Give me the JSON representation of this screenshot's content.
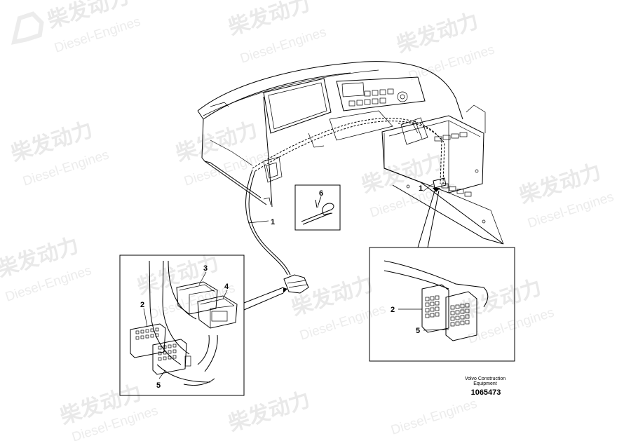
{
  "watermark": {
    "brand_cn": "柴发动力",
    "brand_en": "Diesel-Engines"
  },
  "callouts": {
    "harness_main": "1",
    "harness_right": "1",
    "connector_a_left": "2",
    "connector_a_right": "2",
    "housing_upper": "3",
    "housing_lower": "4",
    "connector_b_left": "5",
    "connector_b_right": "5",
    "cable_tie": "6"
  },
  "caption": {
    "line1": "Volvo Construction",
    "line2": "Equipment",
    "drawing_number": "1065473"
  },
  "colors": {
    "line": "#000000",
    "watermark": "#e9e9e9",
    "background": "#ffffff"
  }
}
